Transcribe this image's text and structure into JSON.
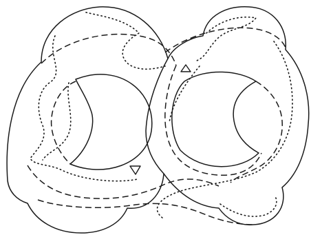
{
  "figure": {
    "type": "two-holed surface with curves drawn on it",
    "background_color": "#ffffff",
    "ink_color": "#1a1a1a",
    "line_styles": [
      "solid",
      "dashed",
      "dotted"
    ],
    "holes": 2,
    "markers": [
      "triangle-up",
      "triangle-down"
    ]
  }
}
